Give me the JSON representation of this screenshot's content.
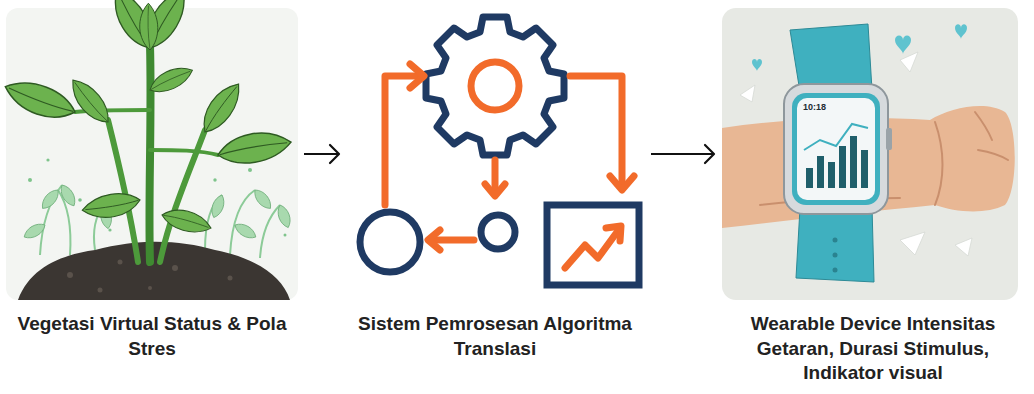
{
  "diagram": {
    "nodes": [
      {
        "text": [
          "Vegetasi Virtual Status & Pola Stres"
        ]
      },
      {
        "text": [
          "Sistem Pemrosesan Algoritma Translasi"
        ]
      },
      {
        "text": [
          "Wearable Device Intensitas Getaran, Durasi Stimulus, Indikator visual"
        ]
      }
    ],
    "edges": [
      {
        "from": 0,
        "to": 1,
        "arrow": "to"
      },
      {
        "from": 1,
        "to": 2,
        "arrow": "to"
      }
    ],
    "labels": [
      "10:18"
    ]
  }
}
